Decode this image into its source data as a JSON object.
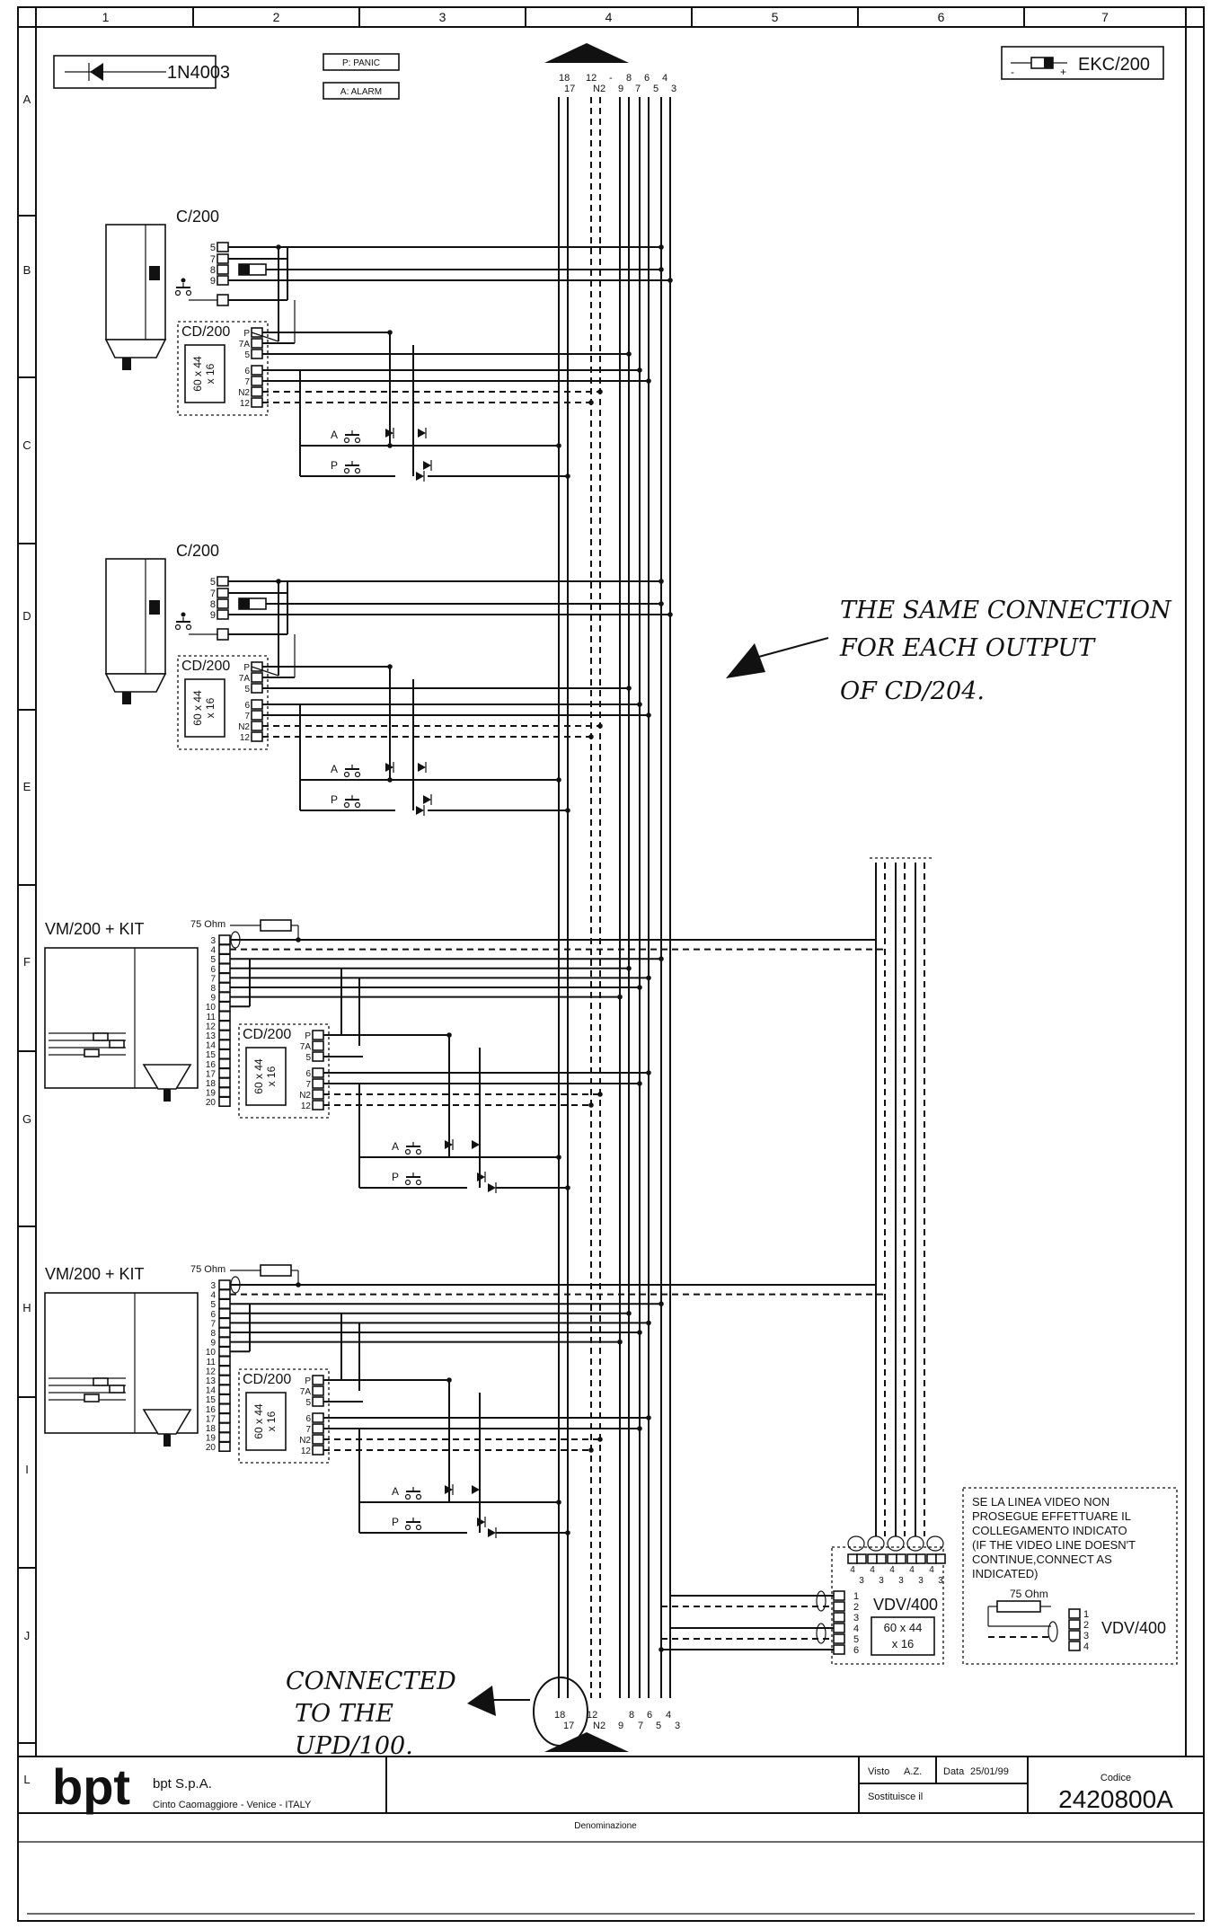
{
  "grid": {
    "cols": [
      "1",
      "2",
      "3",
      "4",
      "5",
      "6",
      "7"
    ],
    "rows": [
      "A",
      "B",
      "C",
      "D",
      "E",
      "F",
      "G",
      "H",
      "I",
      "J",
      "L"
    ]
  },
  "legend": {
    "diode": "1N4003",
    "panic": "P: PANIC",
    "alarm": "A: ALARM",
    "ekc": "EKC/200"
  },
  "bus_top": {
    "top_row": [
      "18",
      "12",
      "-",
      "8",
      "6",
      "4"
    ],
    "bottom_row": [
      "17",
      "N2",
      "9",
      "7",
      "5",
      "3"
    ]
  },
  "bus_bottom": {
    "top_row": [
      "18",
      "12",
      "8",
      "6",
      "4"
    ],
    "bottom_row": [
      "17",
      "N2",
      "9",
      "7",
      "5",
      "3"
    ]
  },
  "c200": {
    "title": "C/200",
    "terminals": [
      "5",
      "7",
      "8",
      "9"
    ]
  },
  "cd200": {
    "title": "CD/200",
    "size": "60 x 44\nx 16",
    "size_l1": "60 x 44",
    "size_l2": "x 16",
    "terminals": [
      "P",
      "7A",
      "5",
      "6",
      "7",
      "N2",
      "12"
    ]
  },
  "buttons": {
    "a": "A",
    "p": "P"
  },
  "vm200": {
    "title": "VM/200 + KIT",
    "ohm": "75 Ohm",
    "terminals": [
      "3",
      "4",
      "5",
      "6",
      "7",
      "8",
      "9",
      "10",
      "11",
      "12",
      "13",
      "14",
      "15",
      "16",
      "17",
      "18",
      "19",
      "20"
    ]
  },
  "vdv": {
    "title": "VDV/400",
    "size_l1": "60 x 44",
    "size_l2": "x 16",
    "top_terms": [
      "4",
      "3",
      "4",
      "3",
      "4",
      "3",
      "4",
      "3",
      "4",
      "3"
    ],
    "left_terms": [
      "1",
      "2",
      "3",
      "4",
      "5",
      "6"
    ]
  },
  "note": {
    "lines": [
      "SE LA LINEA VIDEO NON",
      "PROSEGUE EFFETTUARE IL",
      "COLLEGAMENTO INDICATO",
      "(IF THE VIDEO LINE DOESN'T",
      "CONTINUE,CONNECT AS",
      "INDICATED)"
    ],
    "ohm": "75 Ohm",
    "vdv": "VDV/400",
    "terms": [
      "1",
      "2",
      "3",
      "4"
    ]
  },
  "handwritten": {
    "same_connection": [
      "THE SAME CONNECTION",
      "FOR EACH OUTPUT",
      "OF CD/204."
    ],
    "connected": [
      "CONNECTED",
      "TO THE",
      "UPD/100."
    ]
  },
  "title_block": {
    "logo": "bpt",
    "company": "bpt S.p.A.",
    "address": "Cinto Caomaggiore - Venice - ITALY",
    "visto_label": "Visto",
    "visto_value": "A.Z.",
    "data_label": "Data",
    "data_value": "25/01/99",
    "sostituisce": "Sostituisce il",
    "codice_label": "Codice",
    "codice_value": "2420800A",
    "denominazione": "Denominazione"
  }
}
